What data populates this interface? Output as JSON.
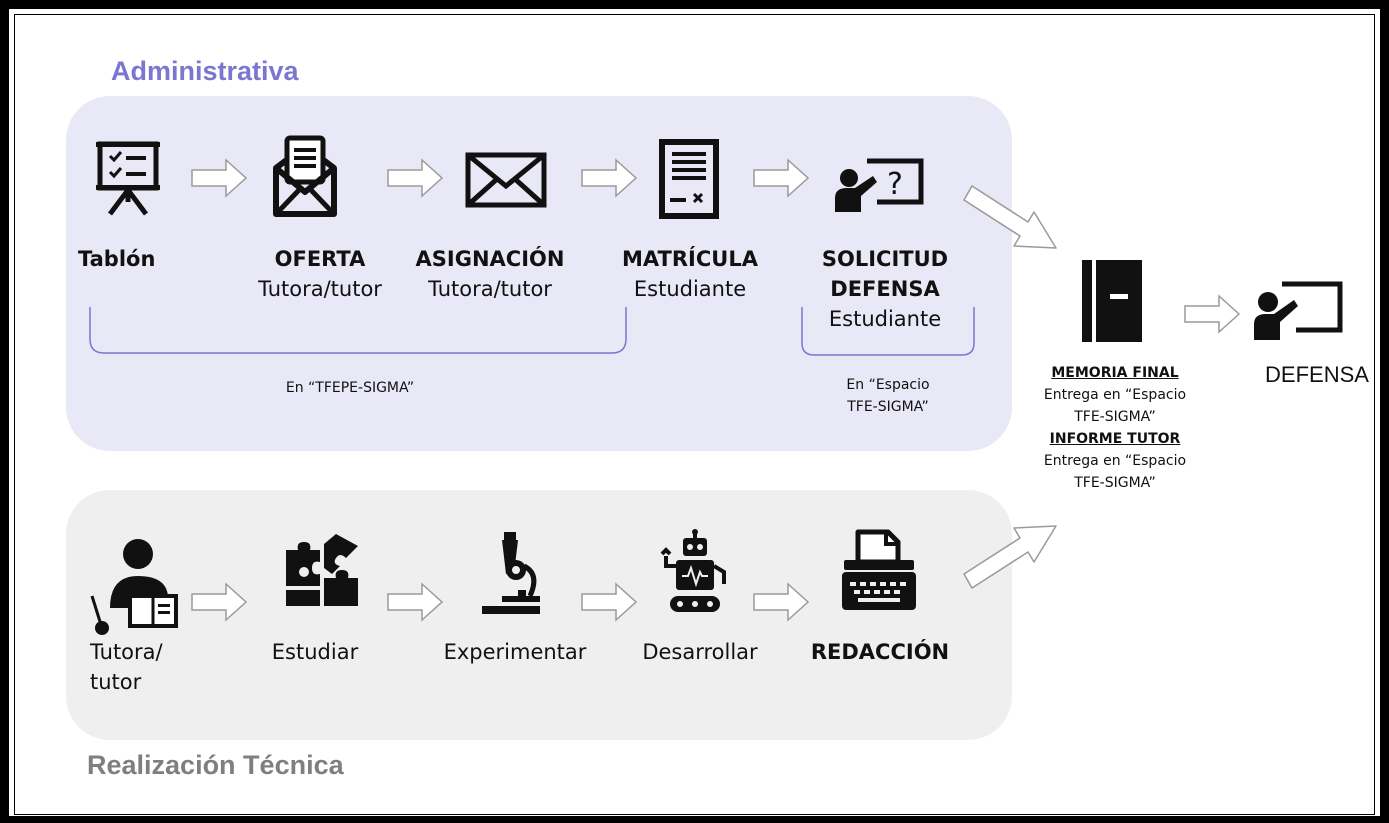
{
  "administrativa": {
    "title": "Administrativa",
    "steps": [
      {
        "icon": "presentation-board-icon",
        "label_bold": "Tablón",
        "label": ""
      },
      {
        "icon": "envelope-letter-icon",
        "label_bold": "OFERTA",
        "label": "Tutora/tutor"
      },
      {
        "icon": "envelope-icon",
        "label_bold": "ASIGNACIÓN",
        "label": "Tutora/tutor"
      },
      {
        "icon": "document-form-icon",
        "label_bold": "MATRÍCULA",
        "label": "Estudiante"
      },
      {
        "icon": "teacher-question-icon",
        "label_bold": "SOLICITUD",
        "label_bold2": "DEFENSA",
        "label": "Estudiante"
      }
    ],
    "brace1_note": "En “TFEPE-SIGMA”",
    "brace2_note_line1": "En “Espacio",
    "brace2_note_line2": "TFE-SIGMA”"
  },
  "realizacion": {
    "title": "Realización Técnica",
    "steps": [
      {
        "icon": "tutor-reading-icon",
        "label_line1": "Tutora/",
        "label_line2": "tutor"
      },
      {
        "icon": "puzzle-icon",
        "label": "Estudiar"
      },
      {
        "icon": "microscope-icon",
        "label": "Experimentar"
      },
      {
        "icon": "robot-icon",
        "label": "Desarrollar"
      },
      {
        "icon": "typewriter-icon",
        "label": "REDACCIÓN"
      }
    ]
  },
  "final": {
    "memoria_title": "MEMORIA FINAL",
    "memoria_line1": "Entrega en “Espacio",
    "memoria_line2": "TFE-SIGMA”",
    "informe_title": "INFORME TUTOR",
    "informe_line1": "Entrega en “Espacio",
    "informe_line2": "TFE-SIGMA”",
    "defensa_label": "DEFENSA"
  }
}
